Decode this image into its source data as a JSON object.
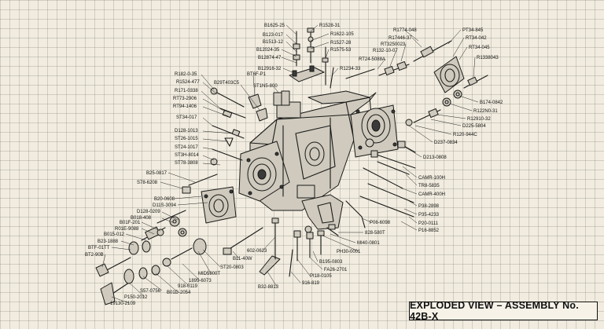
{
  "title": "EXPLODED VIEW – ASSEMBLY No. 42B-X",
  "labels": [
    "B1625-25",
    "B123-017",
    "B1513-12",
    "B12024-35",
    "B12874-47",
    "B12916-32",
    "R1528-31",
    "R1622-105",
    "R1527-28",
    "R1575-53",
    "R1234-33",
    "R1774-048",
    "R17446-37",
    "RT3250023",
    "R132-10-07",
    "RT24-5088A",
    "PT34-845",
    "RT34-042",
    "RT34-045",
    "R1338043",
    "B174-0842",
    "R122N0-31",
    "R12910-32",
    "D225-5804",
    "R120-944C",
    "D237-0834",
    "D213-0808",
    "CAMR-100H",
    "TR8-5835",
    "CAMR-400H",
    "P38-2898",
    "P35-4233",
    "P20-0111",
    "P16-8852",
    "BT6F-P1",
    "B29T403C5",
    "ST1N5-800",
    "R182-0-35",
    "R1524-477",
    "R171-0338",
    "RT73-2906",
    "RT94-1406",
    "ST34-017",
    "D128-1013",
    "ST26-1015",
    "ST24-1017",
    "ST3H-8014",
    "ST78-3808",
    "B25-0817",
    "S78-6208",
    "B20-0608",
    "D11S-3094",
    "D128-0209",
    "B018-408",
    "B01F-201",
    "R01E-9088",
    "B015-012",
    "B23-1888",
    "BTF-01TT",
    "BT2-90B",
    "B11-40W",
    "ST20-0803",
    "MID5900T",
    "1895-6073",
    "918-0119",
    "B01D-2054",
    "S57-0756",
    "P150-2012",
    "19130-2109",
    "602-0623",
    "B32-8813",
    "916-819",
    "PI18-0105",
    "FA26-2701",
    "B195-0803",
    "PH30-0001",
    "MI40-0801",
    "828-580T",
    "P06-6098"
  ]
}
